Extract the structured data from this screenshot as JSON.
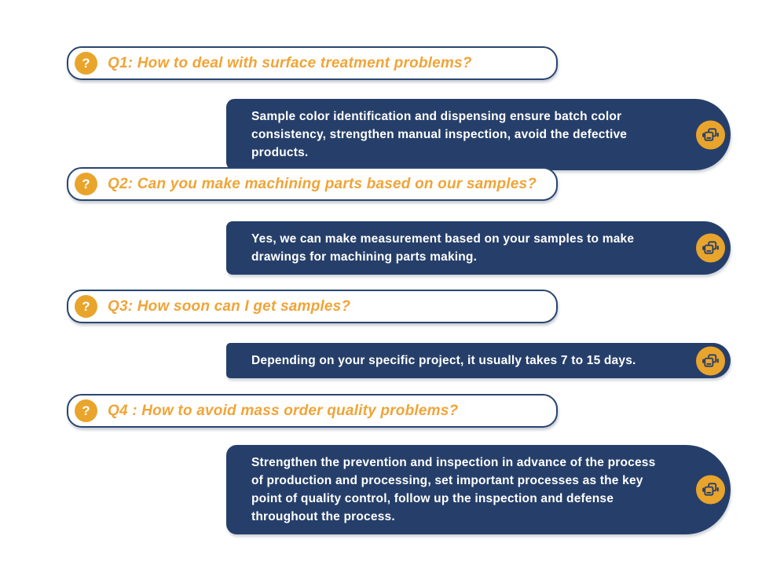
{
  "page": {
    "background_color": "#FFFFFF"
  },
  "colors": {
    "navy": "#263F6A",
    "navy_border": "#2A4570",
    "orange_badge": "#E9A42C",
    "question_text_orange": "#F0A437",
    "answer_text": "#FFFFFF"
  },
  "icons": {
    "question_circle": "question-mark-icon",
    "answer_badge": "screens-copy-icon"
  },
  "faq": {
    "question_mark": "?",
    "items": [
      {
        "question": "Q1: How to deal with surface treatment problems?",
        "answer": "Sample color identification and dispensing ensure batch color consistency, strengthen manual inspection, avoid the defective products."
      },
      {
        "question": "Q2: Can you make machining parts based on our samples?",
        "answer": "Yes, we can make measurement based on your samples to make drawings for machining parts making."
      },
      {
        "question": "Q3: How soon can I get samples?",
        "answer": "Depending on your specific project, it usually takes 7 to 15 days."
      },
      {
        "question": "Q4 : How to avoid mass order quality problems?",
        "answer": "Strengthen the prevention and inspection in advance of the process of production and processing, set important processes as the key point of quality control, follow up the inspection and defense throughout the process."
      }
    ]
  }
}
